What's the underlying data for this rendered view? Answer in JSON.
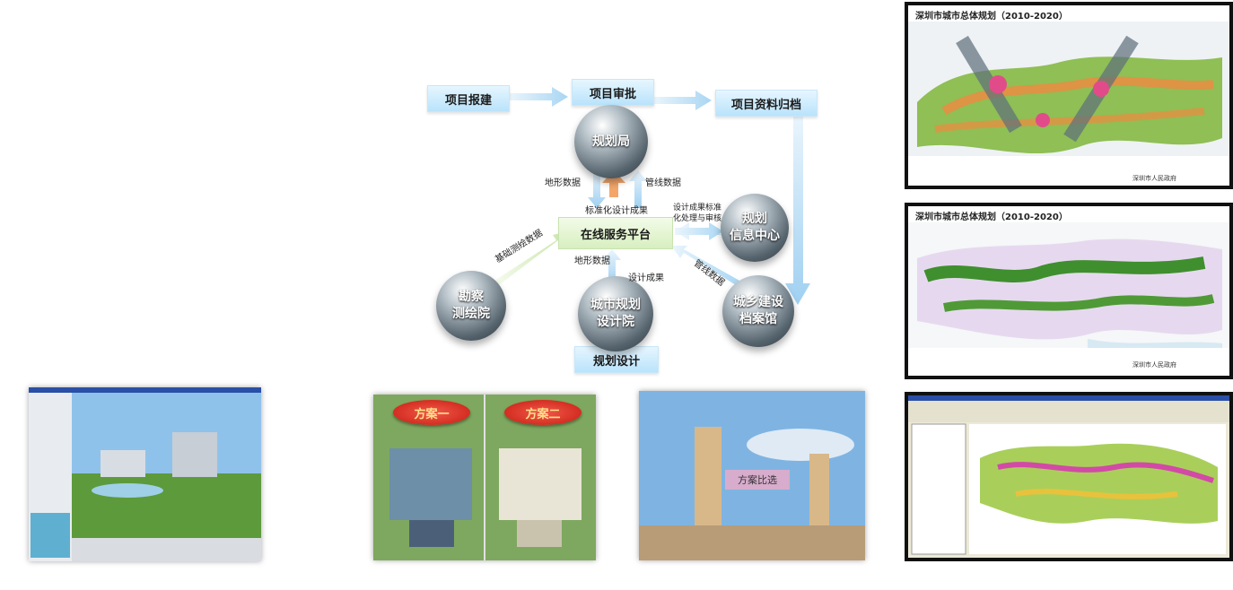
{
  "diagram": {
    "boxes": {
      "submit": "项目报建",
      "approve": "项目审批",
      "archive": "项目资料归档",
      "design": "规划设计"
    },
    "platform": "在线服务平台",
    "nodes": {
      "bureau": "规划局",
      "info_center": "规划\n信息中心",
      "survey_institute": "勘察\n测绘院",
      "design_institute": "城市规划\n设计院",
      "archives": "城乡建设\n档案馆"
    },
    "edge_labels": {
      "terrain_data_left": "地形数据",
      "pipeline_data": "管线数据",
      "standard_design": "标准化设计成果",
      "design_result_line1": "设计成果标准",
      "design_result_line2": "化处理与审核",
      "terrain_data_bottom": "地形数据",
      "design_result": "设计成果",
      "survey_data": "基础测绘数据",
      "archive_filing": "管线数据"
    }
  },
  "thumbnails": {
    "scheme_a": "方案一",
    "scheme_b": "方案二",
    "tower_label": "方案比选",
    "map1_title": "深圳市城市总体规划（2010-2020）",
    "map2_title": "深圳市城市总体规划（2010-2020）",
    "map_footer": "深圳市人民政府"
  },
  "colors": {
    "arrow": "#b9dcf4",
    "platform_green": "#d7efbf",
    "map_green": "#4f9a36",
    "sphere_dark": "#2c363d"
  }
}
